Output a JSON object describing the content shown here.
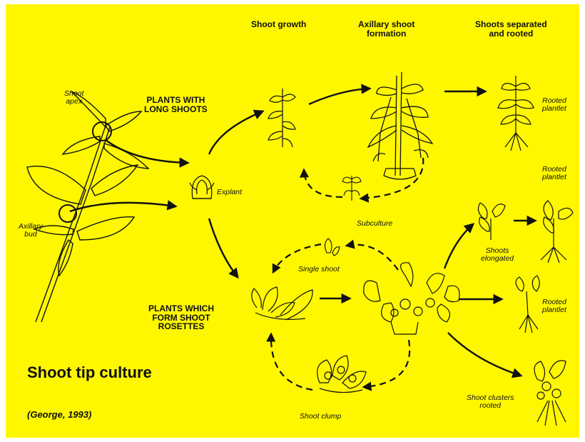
{
  "colors": {
    "background": "#fff700",
    "ink": "#111111"
  },
  "headers": {
    "shoot_growth": "Shoot growth",
    "axillary_line1": "Axillary shoot",
    "axillary_line2": "formation",
    "separated_line1": "Shoots separated",
    "separated_line2": "and rooted"
  },
  "groups": {
    "long_line1": "PLANTS WITH",
    "long_line2": "LONG SHOOTS",
    "rosette_line1": "PLANTS WHICH",
    "rosette_line2": "FORM SHOOT",
    "rosette_line3": "ROSETTES"
  },
  "labels": {
    "shoot_apex_line1": "Shoot",
    "shoot_apex_line2": "apex",
    "axillary_bud_line1": "Axillary",
    "axillary_bud_line2": "bud",
    "explant": "Explant",
    "subculture": "Subculture",
    "single_shoot": "Single shoot",
    "shoot_clump": "Shoot clump",
    "shoots_elongated_line1": "Shoots",
    "shoots_elongated_line2": "elongated",
    "rooted_plantlet_1_line1": "Rooted",
    "rooted_plantlet_1_line2": "plantlet",
    "rooted_plantlet_2_line1": "Rooted",
    "rooted_plantlet_2_line2": "plantlet",
    "rooted_plantlet_3_line1": "Rooted",
    "rooted_plantlet_3_line2": "plantlet",
    "shoot_clusters_line1": "Shoot clusters",
    "shoot_clusters_line2": "rooted"
  },
  "title": "Shoot tip culture",
  "citation": "(George, 1993)"
}
